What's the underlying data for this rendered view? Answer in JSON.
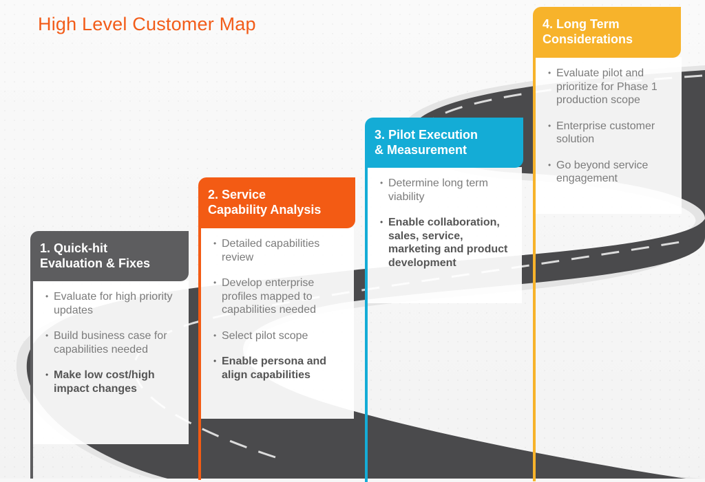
{
  "title": "High Level Customer Map",
  "colors": {
    "title": "#f25c19",
    "stage1": "#5d5d5f",
    "stage2": "#f35b14",
    "stage3": "#14acd6",
    "stage4": "#f7b32b",
    "road": "#4a4a4c",
    "road_edge": "#e2e2e2"
  },
  "stages": [
    {
      "title": "1. Quick-hit Evaluation & Fixes",
      "title_lines": [
        "1. Quick-hit",
        "Evaluation & Fixes"
      ],
      "items": [
        {
          "text": "Evaluate for high priority updates",
          "bold": false
        },
        {
          "text": "Build business case for capabilities needed",
          "bold": false
        },
        {
          "text": "Make low cost/high impact changes",
          "bold": true
        }
      ]
    },
    {
      "title": "2. Service Capability Analysis",
      "title_lines": [
        "2. Service",
        "Capability Analysis"
      ],
      "items": [
        {
          "text": "Detailed capabilities review",
          "bold": false
        },
        {
          "text": "Develop enterprise profiles mapped to capabilities needed",
          "bold": false
        },
        {
          "text": "Select pilot scope",
          "bold": false
        },
        {
          "text": "Enable persona and align capabilities",
          "bold": true
        }
      ]
    },
    {
      "title": "3. Pilot Execution & Measurement",
      "title_lines": [
        "3. Pilot Execution",
        "& Measurement"
      ],
      "items": [
        {
          "text": "Determine long term viability",
          "bold": false
        },
        {
          "text": "Enable collaboration, sales, service, marketing and product development",
          "bold": true
        }
      ]
    },
    {
      "title": "4. Long Term Considerations",
      "title_lines": [
        "4. Long Term",
        "Considerations"
      ],
      "items": [
        {
          "text": "Evaluate pilot and prioritize for Phase 1 production scope",
          "bold": false
        },
        {
          "text": "Enterprise customer solution",
          "bold": false
        },
        {
          "text": "Go beyond service engagement",
          "bold": false
        }
      ]
    }
  ]
}
